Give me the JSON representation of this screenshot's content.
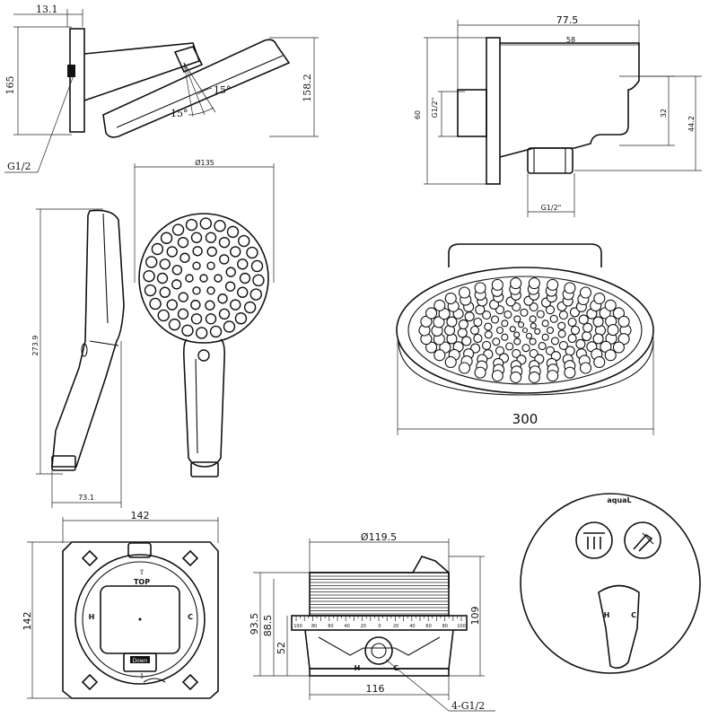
{
  "wall_arm_view": {
    "dim_wall_thickness": "13.1",
    "dim_height_left": "165",
    "dim_height_right": "158.2",
    "angle_up": "15°",
    "angle_down": "15°",
    "thread_label": "G1/2"
  },
  "holder_view": {
    "dim_width": "77.5",
    "dim_depth": "58",
    "dim_height": "60",
    "dim_inlet": "G1/2\"",
    "dim_32": "32",
    "dim_44": "44.2",
    "dim_outlet": "G1/2\""
  },
  "hand_shower_view": {
    "dim_length": "273.9",
    "dim_side": "73.1",
    "dim_head_dia": "Ø135"
  },
  "rain_shower_view": {
    "dim_diameter": "300"
  },
  "mounting_box_front": {
    "dim_width": "142",
    "dim_height": "142",
    "label_top": "TOP",
    "label_h": "H",
    "label_c": "C",
    "label_down": "Down"
  },
  "mounting_box_side": {
    "dim_diameter": "Ø119.5",
    "dim_93": "93.5",
    "dim_88": "88.5",
    "dim_52": "52",
    "dim_109": "109",
    "dim_116": "116",
    "thread_callout": "4-G1/2",
    "scale_labels": [
      "100",
      "80",
      "60",
      "40",
      "20",
      "0",
      "20",
      "40",
      "60",
      "80",
      "100"
    ],
    "label_h": "H",
    "label_c": "C"
  },
  "cover_plate_view": {
    "brand": "aquaL",
    "knob_h": "H",
    "knob_c": "C",
    "button_left_icon": "overhead-shower-icon",
    "button_right_icon": "hand-shower-icon"
  }
}
